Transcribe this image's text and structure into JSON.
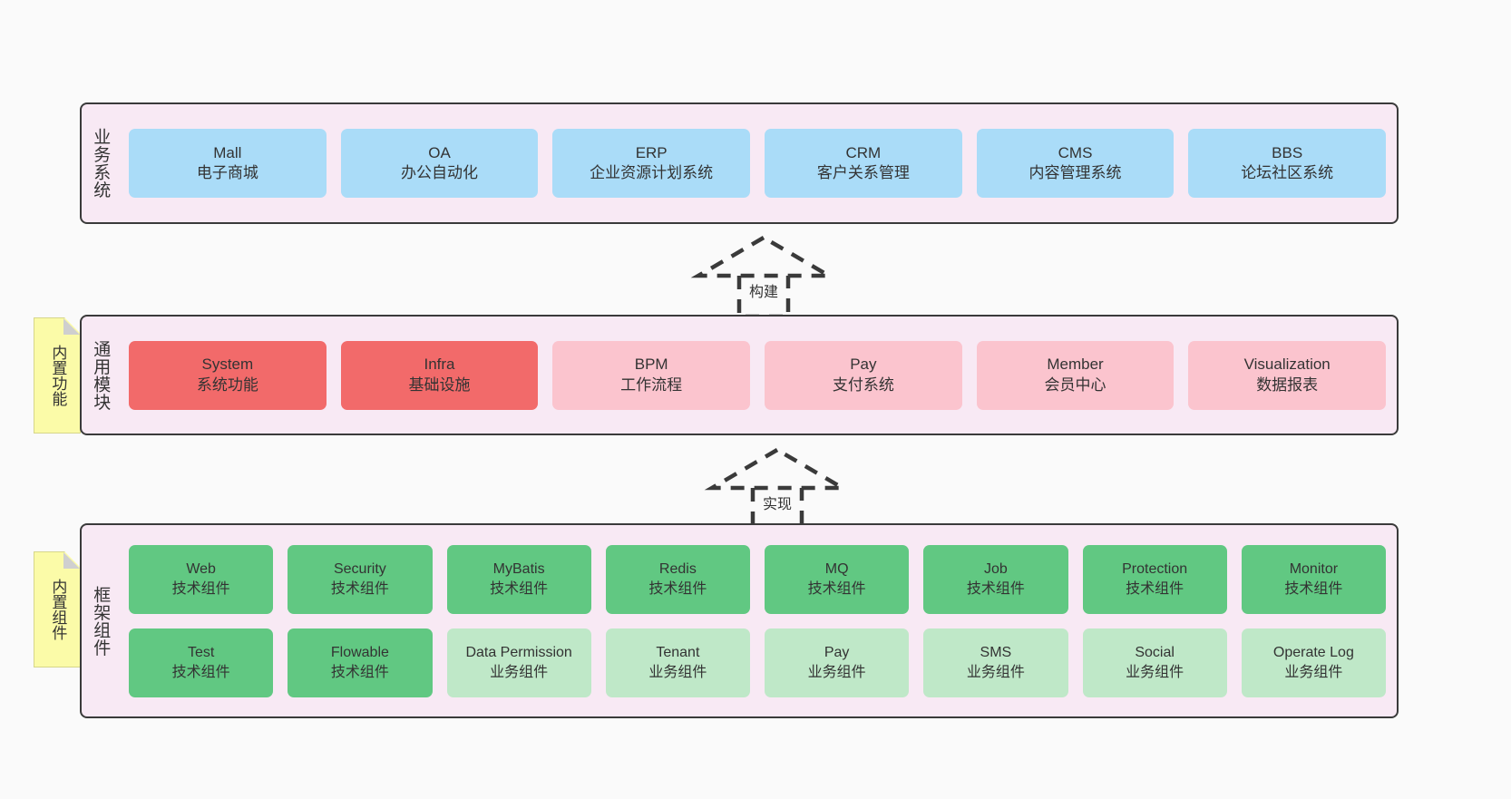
{
  "diagram": {
    "title_hidden": "",
    "colors": {
      "panel_bg": "#f8e9f4",
      "panel_border": "#3a3a3a",
      "business_cell": "#aadcf8",
      "module_primary": "#f26a6a",
      "module_secondary": "#fbc4ce",
      "framework_tech": "#61c882",
      "framework_business": "#bfe8c8",
      "note_bg": "#fbfba8",
      "note_fold": "#cfcfcf",
      "text": "#333333"
    }
  },
  "layers": {
    "business": {
      "label": "业务系统",
      "items": [
        {
          "en": "Mall",
          "cn": "电子商城"
        },
        {
          "en": "OA",
          "cn": "办公自动化"
        },
        {
          "en": "ERP",
          "cn": "企业资源计划系统"
        },
        {
          "en": "CRM",
          "cn": "客户关系管理"
        },
        {
          "en": "CMS",
          "cn": "内容管理系统"
        },
        {
          "en": "BBS",
          "cn": "论坛社区系统"
        }
      ]
    },
    "common": {
      "label": "通用模块",
      "items": [
        {
          "en": "System",
          "cn": "系统功能",
          "variant": "primary"
        },
        {
          "en": "Infra",
          "cn": "基础设施",
          "variant": "primary"
        },
        {
          "en": "BPM",
          "cn": "工作流程",
          "variant": "secondary"
        },
        {
          "en": "Pay",
          "cn": "支付系统",
          "variant": "secondary"
        },
        {
          "en": "Member",
          "cn": "会员中心",
          "variant": "secondary"
        },
        {
          "en": "Visualization",
          "cn": "数据报表",
          "variant": "secondary"
        }
      ]
    },
    "framework": {
      "label": "框架组件",
      "row1": [
        {
          "en": "Web",
          "cn": "技术组件",
          "variant": "tech"
        },
        {
          "en": "Security",
          "cn": "技术组件",
          "variant": "tech"
        },
        {
          "en": "MyBatis",
          "cn": "技术组件",
          "variant": "tech"
        },
        {
          "en": "Redis",
          "cn": "技术组件",
          "variant": "tech"
        },
        {
          "en": "MQ",
          "cn": "技术组件",
          "variant": "tech"
        },
        {
          "en": "Job",
          "cn": "技术组件",
          "variant": "tech"
        },
        {
          "en": "Protection",
          "cn": "技术组件",
          "variant": "tech"
        },
        {
          "en": "Monitor",
          "cn": "技术组件",
          "variant": "tech"
        }
      ],
      "row2": [
        {
          "en": "Test",
          "cn": "技术组件",
          "variant": "tech"
        },
        {
          "en": "Flowable",
          "cn": "技术组件",
          "variant": "tech"
        },
        {
          "en": "Data Permission",
          "cn": "业务组件",
          "variant": "business"
        },
        {
          "en": "Tenant",
          "cn": "业务组件",
          "variant": "business"
        },
        {
          "en": "Pay",
          "cn": "业务组件",
          "variant": "business"
        },
        {
          "en": "SMS",
          "cn": "业务组件",
          "variant": "business"
        },
        {
          "en": "Social",
          "cn": "业务组件",
          "variant": "business"
        },
        {
          "en": "Operate Log",
          "cn": "业务组件",
          "variant": "business"
        }
      ]
    }
  },
  "notes": {
    "builtin_function": "内置功能",
    "builtin_component": "内置组件"
  },
  "connectors": {
    "build": "构建",
    "implement": "实现"
  }
}
